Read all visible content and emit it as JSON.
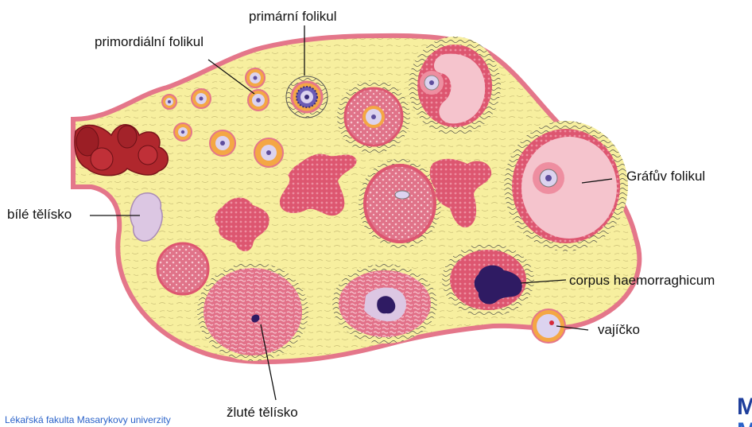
{
  "labels": {
    "primary_follicle": "primární folikul",
    "primordial_follicle": "primordiální folikul",
    "graafian_follicle": "Gráfův folikul",
    "corpus_albicans": "bílé tělísko",
    "corpus_haemorrhagicum": "corpus haemorraghicum",
    "ovum": "vajíčko",
    "corpus_luteum": "žluté tělísko"
  },
  "footer": {
    "institution": "Lékařská fakulta Masarykovy univerzity",
    "logo_letter": "M"
  },
  "colors": {
    "stroma": "#f7ef9f",
    "cortex_border": "#e4768a",
    "follicle_pink": "#f5c4cd",
    "granulosa": "#dd5670",
    "blood_red": "#b0272d",
    "corpus_albicans": "#dcc7e3",
    "clot": "#2f1b63",
    "zona": "#f2a640"
  }
}
